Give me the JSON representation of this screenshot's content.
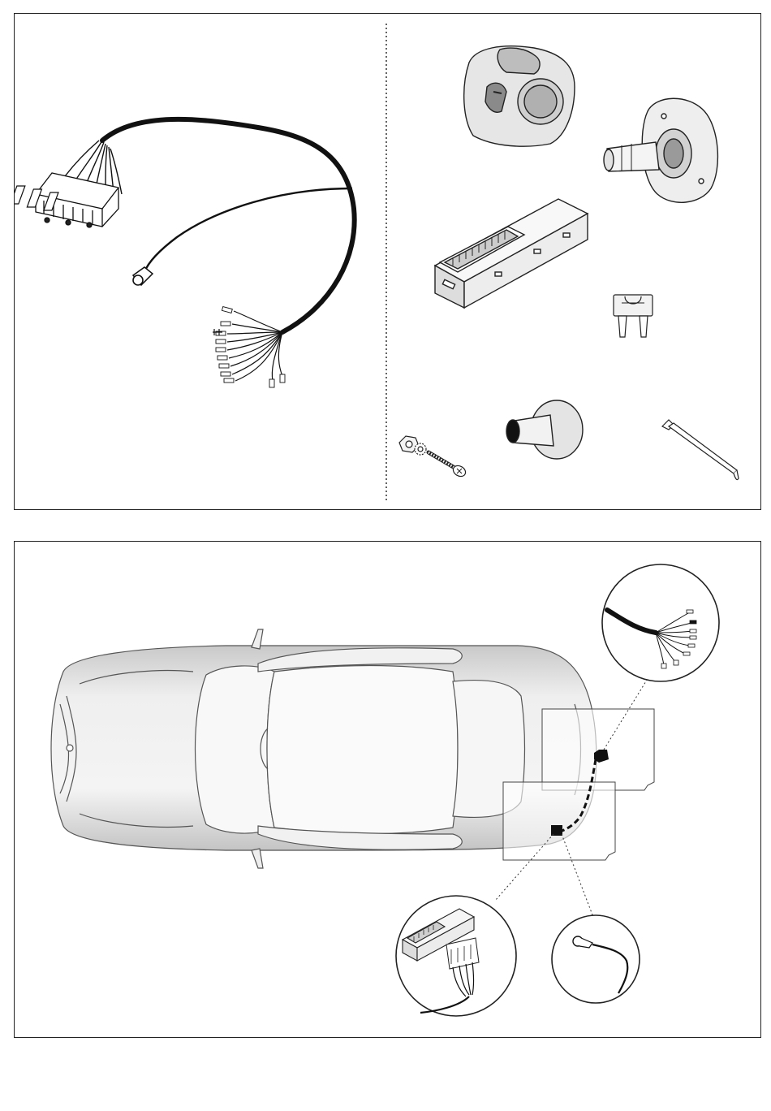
{
  "page": {
    "colors": {
      "line": "#222222",
      "wire": "#111111",
      "car_fill": "#eeeeee",
      "car_shade": "#d8d8d8",
      "part_fill": "#f4f4f4",
      "part_shade": "#cfcfcf"
    }
  },
  "parts_panel": {
    "items": [
      {
        "id": "wiring-harness",
        "icon": "wiring-harness-icon"
      },
      {
        "id": "trailer-socket",
        "icon": "socket-cover-icon"
      },
      {
        "id": "socket-plate",
        "icon": "socket-plate-icon"
      },
      {
        "id": "electronic-module",
        "icon": "module-box-icon"
      },
      {
        "id": "fuse",
        "icon": "blade-fuse-icon"
      },
      {
        "id": "bolt-nut-washer",
        "icon": "bolt-icon"
      },
      {
        "id": "grommet",
        "icon": "grommet-icon"
      },
      {
        "id": "cable-tie",
        "icon": "cable-tie-icon"
      }
    ]
  },
  "install_panel": {
    "views": [
      {
        "id": "car-top-view",
        "icon": "car-top-icon"
      },
      {
        "id": "detail-wire-ends",
        "icon": "wire-ends-icon"
      },
      {
        "id": "detail-module-connector",
        "icon": "module-connector-icon"
      },
      {
        "id": "detail-ground-eyelet",
        "icon": "ground-eyelet-icon"
      }
    ]
  }
}
